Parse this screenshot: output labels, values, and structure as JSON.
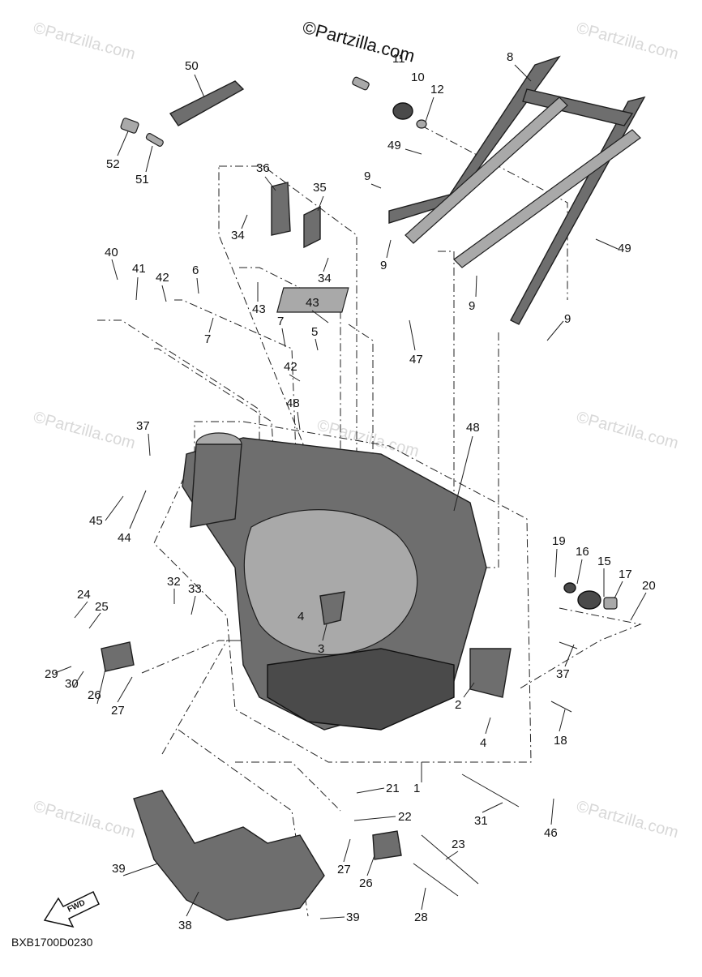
{
  "watermark_text": "©Partzilla.com",
  "copyright_text": "©Partzilla.com",
  "diagram_code": "BXB1700D0230",
  "fwd_label": "FWD",
  "callouts": [
    "1",
    "2",
    "3",
    "4",
    "4",
    "5",
    "6",
    "7",
    "7",
    "8",
    "9",
    "9",
    "9",
    "9",
    "10",
    "11",
    "12",
    "15",
    "16",
    "17",
    "18",
    "19",
    "20",
    "21",
    "22",
    "23",
    "24",
    "25",
    "26",
    "26",
    "27",
    "27",
    "28",
    "29",
    "30",
    "31",
    "32",
    "33",
    "34",
    "34",
    "35",
    "36",
    "37",
    "37",
    "38",
    "39",
    "39",
    "40",
    "41",
    "42",
    "42",
    "43",
    "43",
    "44",
    "45",
    "46",
    "47",
    "48",
    "48",
    "49",
    "49",
    "50",
    "51",
    "52"
  ]
}
